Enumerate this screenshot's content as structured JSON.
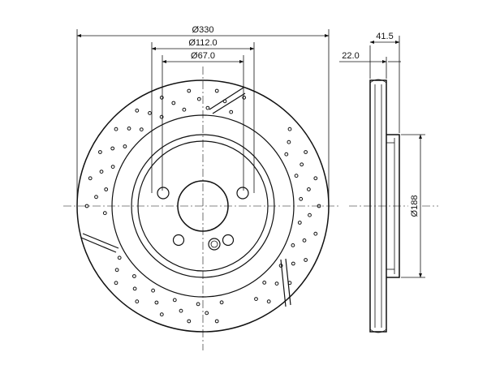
{
  "dimensions": {
    "outer_diameter": "Ø330",
    "pcd_diameter": "Ø112.0",
    "bore_diameter": "Ø67.0",
    "thickness": "41.5",
    "offset": "22.0",
    "hat_diameter": "Ø188"
  },
  "colors": {
    "ink": "#111111",
    "background": "#ffffff"
  }
}
